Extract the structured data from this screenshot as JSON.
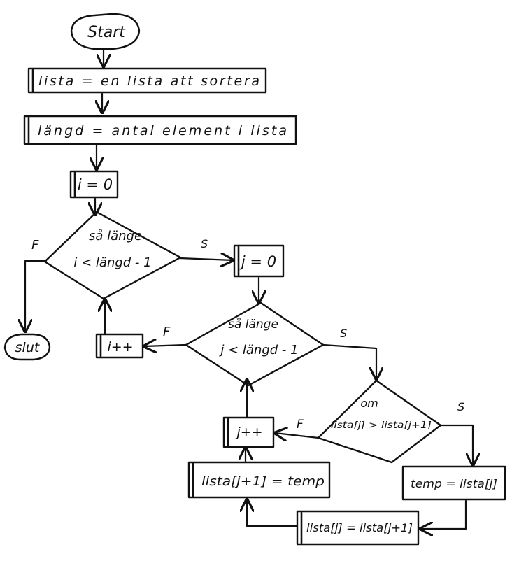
{
  "diagram": {
    "nodes": {
      "start": "Start",
      "init_list": "lista = en lista att sortera",
      "init_length": "längd = antal element i lista",
      "init_i": "i = 0",
      "outer_loop_line1": "så länge",
      "outer_loop_line2": "i < längd - 1",
      "end": "slut",
      "init_j": "j = 0",
      "inner_loop_line1": "så länge",
      "inner_loop_line2": "j < längd - 1",
      "increment_i": "i++",
      "compare_line1": "om",
      "compare_line2": "lista[j] > lista[j+1]",
      "increment_j": "j++",
      "assign_temp": "temp = lista[j]",
      "assign_next": "lista[j+1] = temp",
      "swap": "lista[j] = lista[j+1]"
    },
    "edge_labels": {
      "outer_false": "F",
      "outer_true": "S",
      "inner_false": "F",
      "inner_true": "S",
      "compare_false": "F",
      "compare_true": "S"
    }
  }
}
